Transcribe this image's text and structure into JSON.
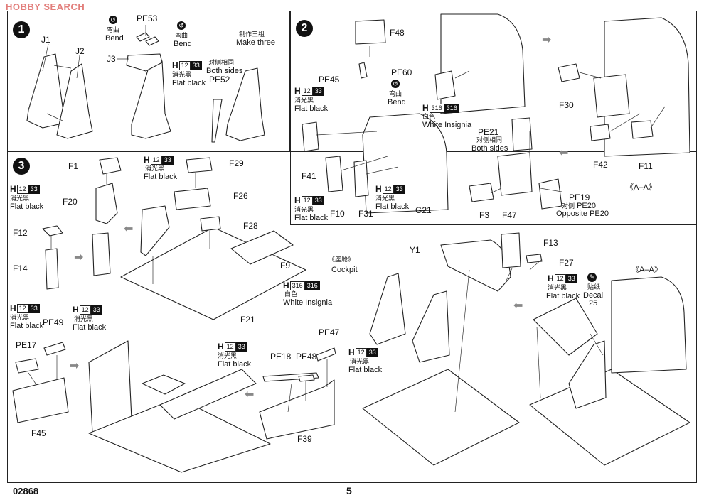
{
  "watermark": {
    "text": "HOBBY SEARCH"
  },
  "footer": {
    "kit_number": "02868",
    "page_number": "5"
  },
  "color_codes": {
    "flat_black": {
      "prefix": "H",
      "num": "12",
      "num2": "33",
      "zh": "消光黑",
      "en": "Flat black"
    },
    "white_insignia": {
      "prefix": "H",
      "num": "316",
      "num2": "316",
      "zh": "白色",
      "en": "White Insignia"
    }
  },
  "step1": {
    "number": "1",
    "parts": {
      "j1": "J1",
      "j2": "J2",
      "j3": "J3",
      "pe53": "PE53",
      "pe52": "PE52"
    },
    "bend_zh": "弯曲",
    "bend_en": "Bend",
    "make_three_zh": "制作三组",
    "make_three_en": "Make three",
    "both_sides_zh": "对侧相同",
    "both_sides_en": "Both sides"
  },
  "step2": {
    "number": "2",
    "parts": {
      "f48": "F48",
      "pe45": "PE45",
      "pe60": "PE60",
      "f30": "F30",
      "f41": "F41",
      "f10": "F10",
      "f31": "F31",
      "g21": "G21",
      "pe21": "PE21",
      "f42": "F42",
      "f11": "F11",
      "f3": "F3",
      "f47": "F47",
      "pe19": "PE19",
      "pe20": "PE20"
    },
    "bend_zh": "弯曲",
    "bend_en": "Bend",
    "both_sides_zh": "对侧相同",
    "both_sides_en": "Both sides",
    "opposite_zh": "对侧",
    "opposite_en": "Opposite",
    "view": "《A–A》"
  },
  "step3": {
    "number": "3",
    "parts": {
      "f1": "F1",
      "f20": "F20",
      "f12": "F12",
      "f14": "F14",
      "f29": "F29",
      "f26": "F26",
      "f28": "F28",
      "f9": "F9",
      "f21": "F21",
      "pe17": "PE17",
      "pe49": "PE49",
      "f45": "F45",
      "pe47": "PE47",
      "pe18": "PE18",
      "pe48": "PE48",
      "f39": "F39",
      "y1": "Y1",
      "f13": "F13",
      "f27": "F27"
    },
    "cockpit_zh": "《座舱》",
    "cockpit_en": "Cockpit",
    "decal_zh": "贴纸",
    "decal_en": "Decal",
    "decal_num": "25",
    "view": "《A–A》"
  }
}
